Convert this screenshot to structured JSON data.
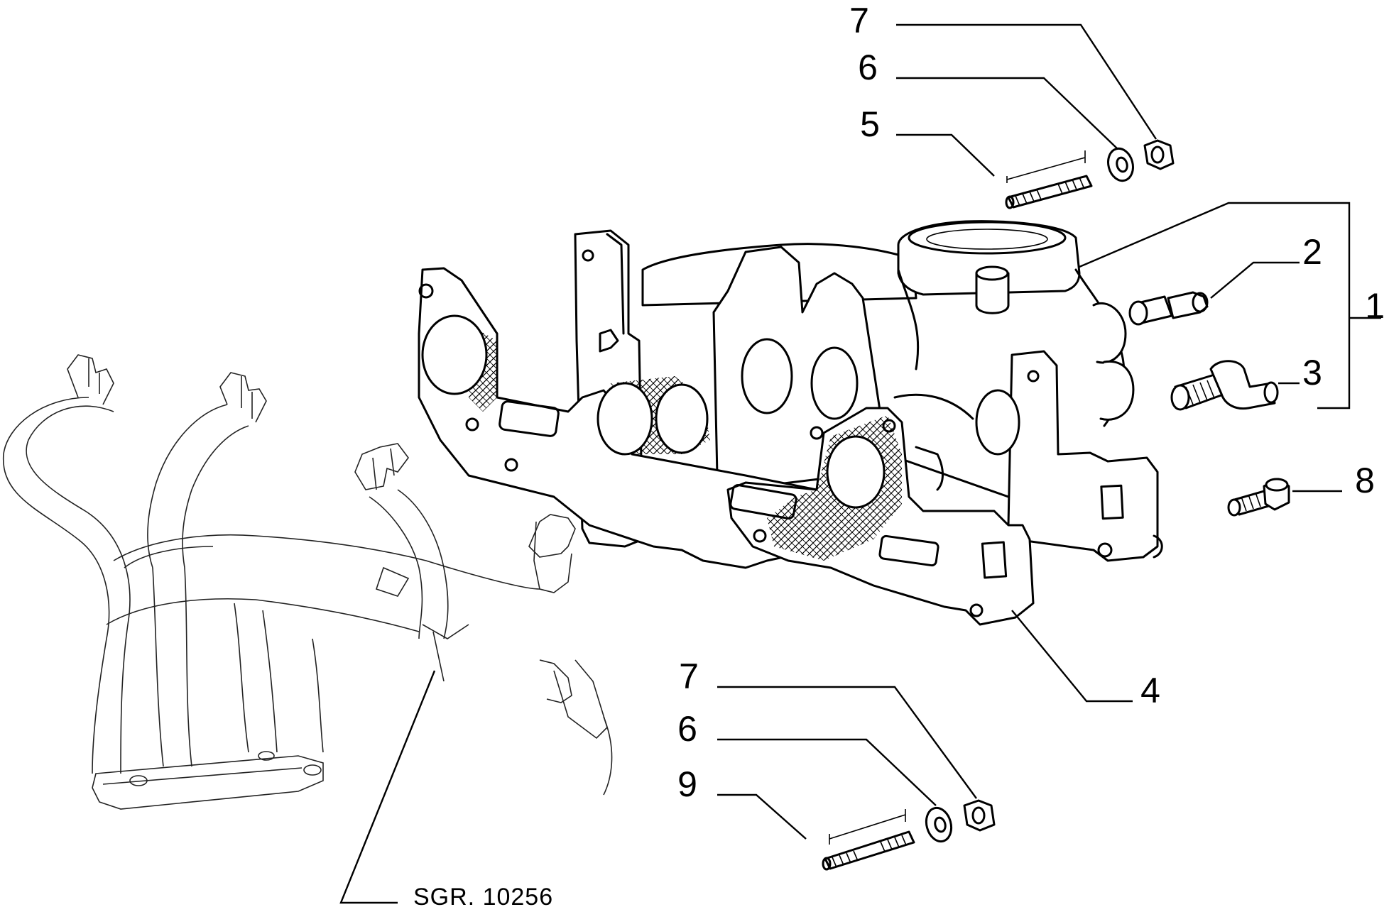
{
  "drawing": {
    "reference_code": "SGR. 10256",
    "callouts": {
      "c1": "1",
      "c2": "2",
      "c3": "3",
      "c4": "4",
      "c5": "5",
      "c6_top": "6",
      "c7_top": "7",
      "c6_bottom": "6",
      "c7_bottom": "7",
      "c8": "8",
      "c9": "9"
    }
  }
}
